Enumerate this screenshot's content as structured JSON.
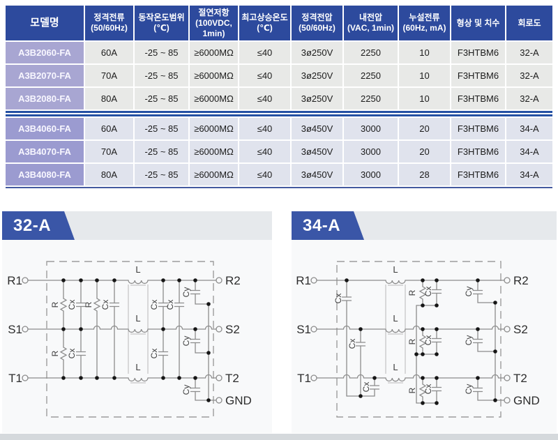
{
  "table": {
    "headers": [
      "모델명",
      "정격전류\n(50/60Hz)",
      "동작온도범위\n(℃)",
      "절연저항\n(100VDC,\n1min)",
      "최고상승온도\n(℃)",
      "정격전압\n(50/60Hz)",
      "내전압\n(VAC, 1min)",
      "누설전류\n(60Hz, mA)",
      "형상 및 치수",
      "회로도"
    ],
    "groups": [
      {
        "rows": [
          {
            "model": "A3B2060-FA",
            "cells": [
              "60A",
              "-25 ~ 85",
              "≥6000MΩ",
              "≤40",
              "3ø250V",
              "2250",
              "10",
              "F3HTBM6",
              "32-A"
            ]
          },
          {
            "model": "A3B2070-FA",
            "cells": [
              "70A",
              "-25 ~ 85",
              "≥6000MΩ",
              "≤40",
              "3ø250V",
              "2250",
              "10",
              "F3HTBM6",
              "32-A"
            ]
          },
          {
            "model": "A3B2080-FA",
            "cells": [
              "80A",
              "-25 ~ 85",
              "≥6000MΩ",
              "≤40",
              "3ø250V",
              "2250",
              "10",
              "F3HTBM6",
              "32-A"
            ]
          }
        ]
      },
      {
        "rows": [
          {
            "model": "A3B4060-FA",
            "cells": [
              "60A",
              "-25 ~ 85",
              "≥6000MΩ",
              "≤40",
              "3ø450V",
              "3000",
              "20",
              "F3HTBM6",
              "34-A"
            ]
          },
          {
            "model": "A3B4070-FA",
            "cells": [
              "70A",
              "-25 ~ 85",
              "≥6000MΩ",
              "≤40",
              "3ø450V",
              "3000",
              "20",
              "F3HTBM6",
              "34-A"
            ]
          },
          {
            "model": "A3B4080-FA",
            "cells": [
              "80A",
              "-25 ~ 85",
              "≥6000MΩ",
              "≤40",
              "3ø450V",
              "3000",
              "28",
              "F3HTBM6",
              "34-A"
            ]
          }
        ]
      }
    ]
  },
  "diagrams": [
    {
      "badge": "32-A",
      "terminals": {
        "in": [
          "R1",
          "S1",
          "T1"
        ],
        "out": [
          "R2",
          "S2",
          "T2"
        ],
        "ground": "GND"
      },
      "components": {
        "resistor": "R",
        "cap_x": "Cx",
        "cap_y": "Cy",
        "inductor": "L"
      }
    },
    {
      "badge": "34-A",
      "terminals": {
        "in": [
          "R1",
          "S1",
          "T1"
        ],
        "out": [
          "R2",
          "S2",
          "T2"
        ],
        "ground": "GND"
      },
      "components": {
        "resistor": "R",
        "cap_x": "Cx",
        "cap_y": "Cy",
        "inductor": "L"
      }
    }
  ],
  "colors": {
    "header-bg": "#2d4a9d",
    "separator": "#2551a3",
    "model-bg-250v": "#a8a6d2",
    "model-bg-450v": "#9b9bd0",
    "row-bg-250v": "#e8e9e7",
    "row-bg-450v": "#e0e3ed",
    "badge": "#3a56a7",
    "strip": "#e6e9ec",
    "panel": "#f8f9fa"
  }
}
